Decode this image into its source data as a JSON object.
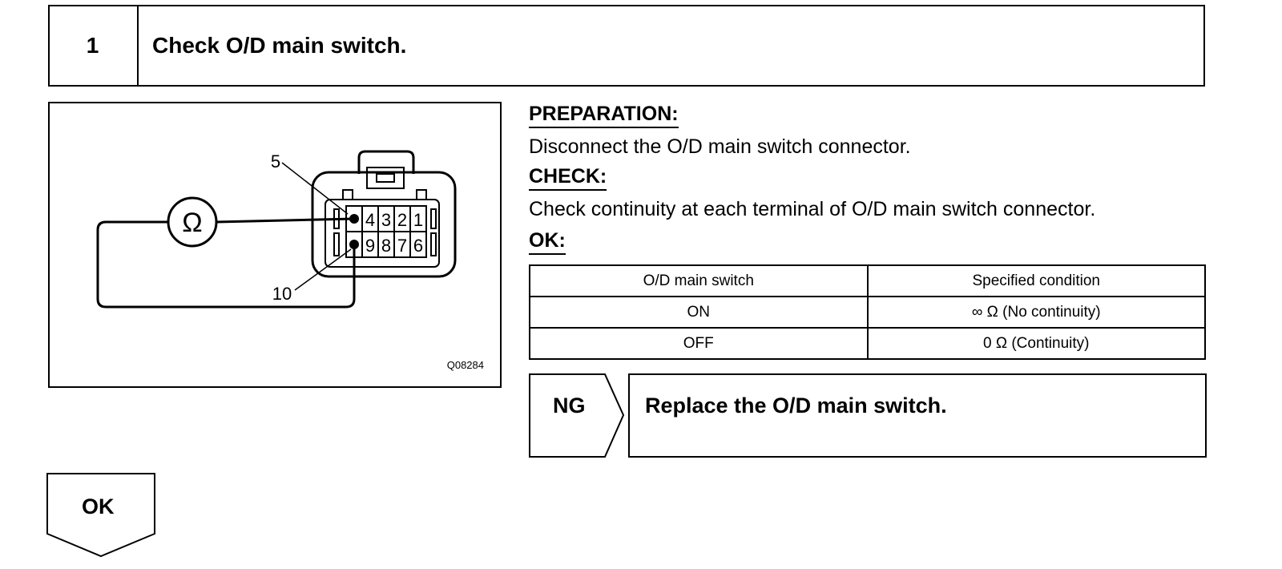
{
  "step": {
    "number": "1",
    "title": "Check O/D main switch."
  },
  "figure": {
    "ohm_symbol": "Ω",
    "pin_label_top": "5",
    "pin_label_bottom": "10",
    "top_row_pins": [
      "4",
      "3",
      "2",
      "1"
    ],
    "bottom_row_pins": [
      "9",
      "8",
      "7",
      "6"
    ],
    "figure_code": "Q08284"
  },
  "preparation": {
    "heading": "PREPARATION:",
    "text": "Disconnect the O/D main switch connector."
  },
  "check": {
    "heading": "CHECK:",
    "text": "Check continuity at each terminal of O/D main switch connector."
  },
  "ok_spec": {
    "heading": "OK:",
    "headers": [
      "O/D main switch",
      "Specified condition"
    ],
    "rows": [
      [
        "ON",
        "∞ Ω (No continuity)"
      ],
      [
        "OFF",
        "0 Ω (Continuity)"
      ]
    ]
  },
  "ng_result": {
    "label": "NG",
    "text": "Replace the O/D main switch."
  },
  "ok_result": {
    "label": "OK"
  }
}
